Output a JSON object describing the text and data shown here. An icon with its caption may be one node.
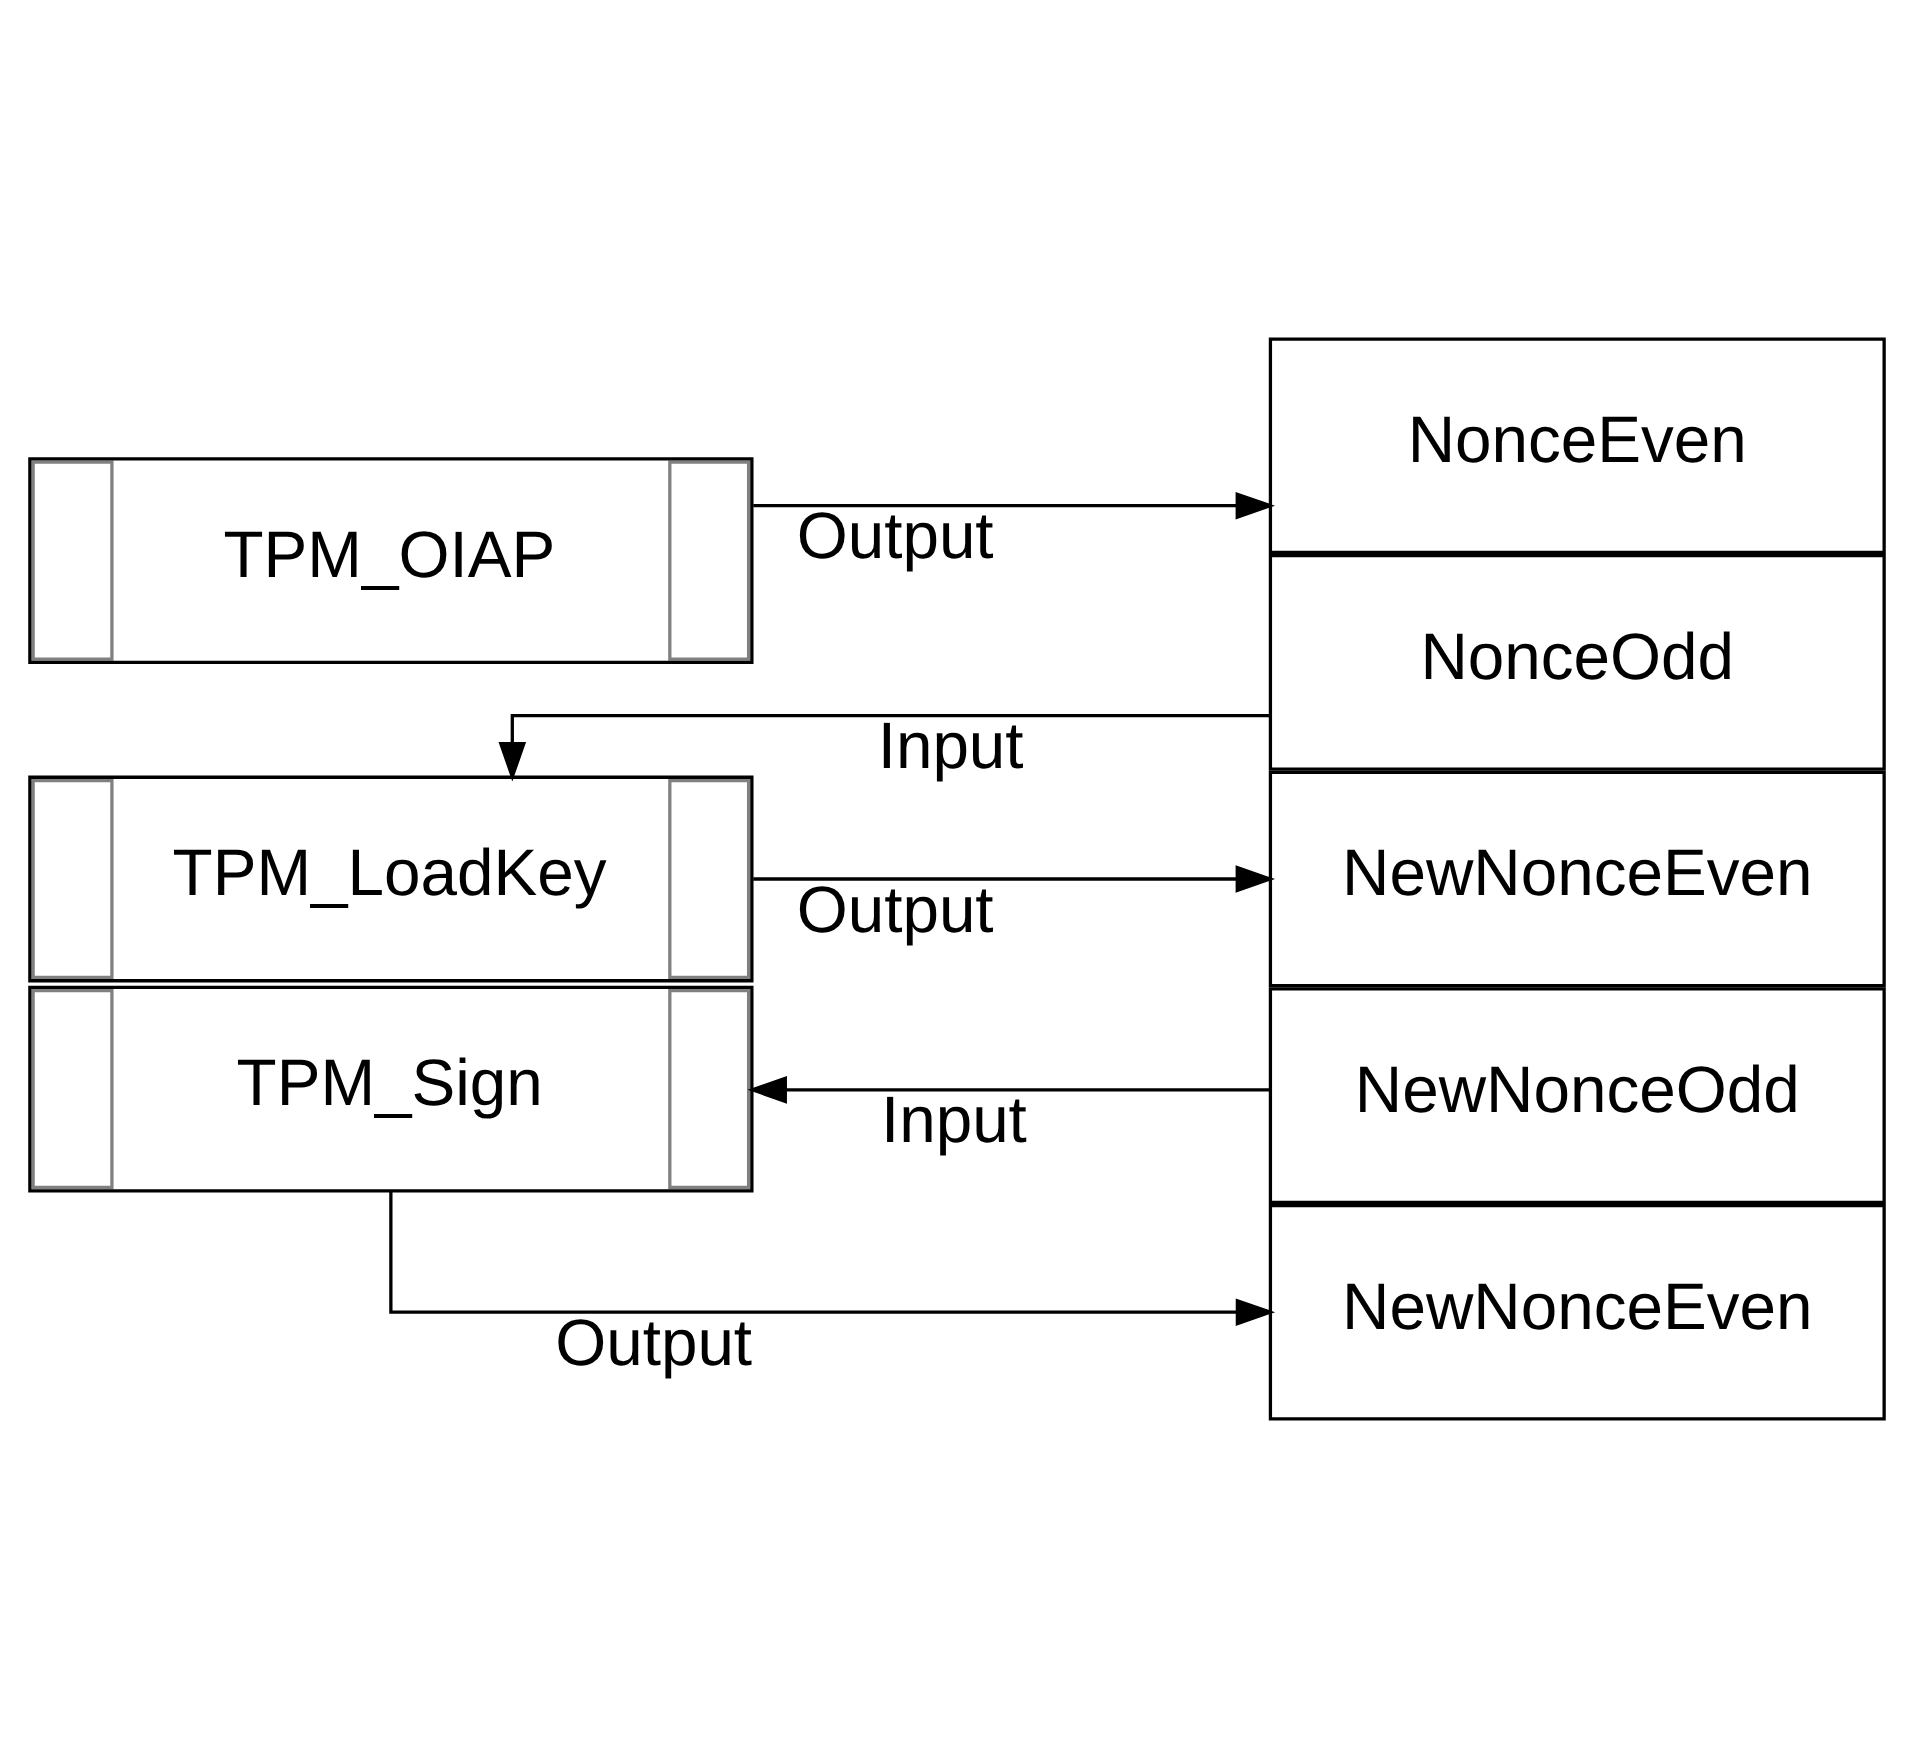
{
  "diagram": {
    "nodes": [
      {
        "text": [
          "TPM_OIAP"
        ]
      },
      {
        "text": [
          "NonceEven"
        ]
      },
      {
        "text": [
          "NonceOdd"
        ]
      },
      {
        "text": [
          "TPM_LoadKey"
        ]
      },
      {
        "text": [
          "NewNonceEven"
        ]
      },
      {
        "text": [
          "NewNonceOdd"
        ]
      },
      {
        "text": [
          "TPM_Sign"
        ]
      },
      {
        "text": [
          "NewNonceEven"
        ]
      }
    ],
    "edges": [
      {
        "from": 0,
        "to": 1,
        "arrow": "to",
        "label": "Output"
      },
      {
        "from": 2,
        "to": 3,
        "arrow": "to",
        "label": "Input"
      },
      {
        "from": 3,
        "to": 4,
        "arrow": "to",
        "label": "Output"
      },
      {
        "from": 5,
        "to": 6,
        "arrow": "to",
        "label": "Input"
      },
      {
        "from": 6,
        "to": 7,
        "arrow": "to",
        "label": "Output"
      }
    ]
  }
}
